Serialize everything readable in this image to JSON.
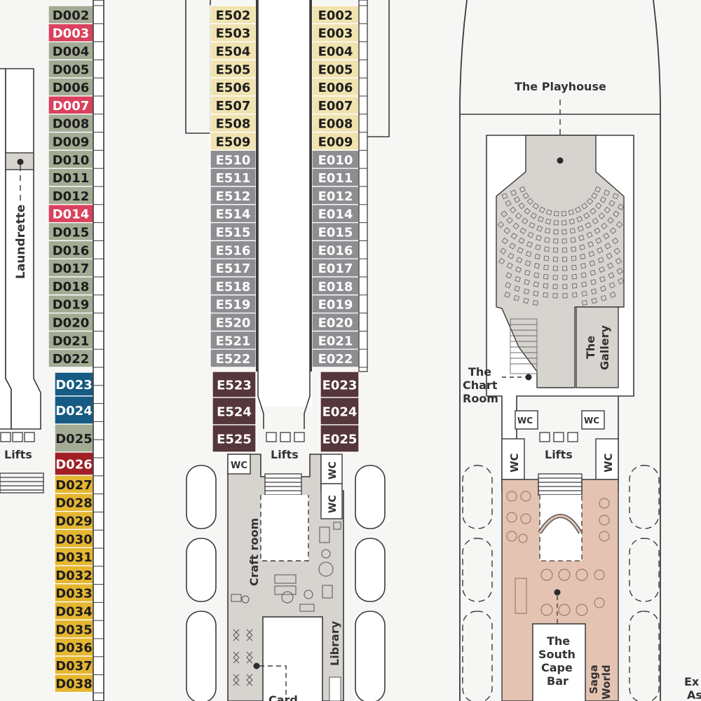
{
  "colors": {
    "background": "#f6f6f4",
    "outline": "#3a3a3a",
    "green_cabin": "#a3ab94",
    "red_cabin": "#d9415d",
    "blue_cabin": "#165b84",
    "dark_red_cabin": "#a02026",
    "yellow_cabin": "#e5b630",
    "cream_cabin": "#f0e3b0",
    "grey_cabin": "#8e8d91",
    "maroon_cabin": "#55363a",
    "public_area": "#d7d3ce",
    "bar_area": "#e4c3b2"
  },
  "cabins": {
    "d_column": [
      {
        "id": "D002",
        "color": "green"
      },
      {
        "id": "D003",
        "color": "red"
      },
      {
        "id": "D004",
        "color": "green"
      },
      {
        "id": "D005",
        "color": "green"
      },
      {
        "id": "D006",
        "color": "green"
      },
      {
        "id": "D007",
        "color": "red"
      },
      {
        "id": "D008",
        "color": "green"
      },
      {
        "id": "D009",
        "color": "green"
      },
      {
        "id": "D010",
        "color": "green"
      },
      {
        "id": "D011",
        "color": "green"
      },
      {
        "id": "D012",
        "color": "green"
      },
      {
        "id": "D014",
        "color": "red"
      },
      {
        "id": "D015",
        "color": "green"
      },
      {
        "id": "D016",
        "color": "green"
      },
      {
        "id": "D017",
        "color": "green"
      },
      {
        "id": "D018",
        "color": "green"
      },
      {
        "id": "D019",
        "color": "green"
      },
      {
        "id": "D020",
        "color": "green"
      },
      {
        "id": "D021",
        "color": "green"
      },
      {
        "id": "D022",
        "color": "green"
      },
      {
        "id": "D023",
        "color": "blue"
      },
      {
        "id": "D024",
        "color": "blue"
      },
      {
        "id": "D025",
        "color": "green"
      },
      {
        "id": "D026",
        "color": "darkred"
      },
      {
        "id": "D027",
        "color": "yellow"
      },
      {
        "id": "D028",
        "color": "yellow"
      },
      {
        "id": "D029",
        "color": "yellow"
      },
      {
        "id": "D030",
        "color": "yellow"
      },
      {
        "id": "D031",
        "color": "yellow"
      },
      {
        "id": "D032",
        "color": "yellow"
      },
      {
        "id": "D033",
        "color": "yellow"
      },
      {
        "id": "D034",
        "color": "yellow"
      },
      {
        "id": "D035",
        "color": "yellow"
      },
      {
        "id": "D036",
        "color": "yellow"
      },
      {
        "id": "D037",
        "color": "yellow"
      },
      {
        "id": "D038",
        "color": "yellow"
      }
    ],
    "e5_column": [
      {
        "id": "E502",
        "color": "cream"
      },
      {
        "id": "E503",
        "color": "cream"
      },
      {
        "id": "E504",
        "color": "cream"
      },
      {
        "id": "E505",
        "color": "cream"
      },
      {
        "id": "E506",
        "color": "cream"
      },
      {
        "id": "E507",
        "color": "cream"
      },
      {
        "id": "E508",
        "color": "cream"
      },
      {
        "id": "E509",
        "color": "cream"
      },
      {
        "id": "E510",
        "color": "grey"
      },
      {
        "id": "E511",
        "color": "grey"
      },
      {
        "id": "E512",
        "color": "grey"
      },
      {
        "id": "E514",
        "color": "grey"
      },
      {
        "id": "E515",
        "color": "grey"
      },
      {
        "id": "E516",
        "color": "grey"
      },
      {
        "id": "E517",
        "color": "grey"
      },
      {
        "id": "E518",
        "color": "grey"
      },
      {
        "id": "E519",
        "color": "grey"
      },
      {
        "id": "E520",
        "color": "grey"
      },
      {
        "id": "E521",
        "color": "grey"
      },
      {
        "id": "E522",
        "color": "grey"
      },
      {
        "id": "E523",
        "color": "maroon"
      },
      {
        "id": "E524",
        "color": "maroon"
      },
      {
        "id": "E525",
        "color": "maroon"
      }
    ],
    "e0_column": [
      {
        "id": "E002",
        "color": "cream"
      },
      {
        "id": "E003",
        "color": "cream"
      },
      {
        "id": "E004",
        "color": "cream"
      },
      {
        "id": "E005",
        "color": "cream"
      },
      {
        "id": "E006",
        "color": "cream"
      },
      {
        "id": "E007",
        "color": "cream"
      },
      {
        "id": "E008",
        "color": "cream"
      },
      {
        "id": "E009",
        "color": "cream"
      },
      {
        "id": "E010",
        "color": "grey"
      },
      {
        "id": "E011",
        "color": "grey"
      },
      {
        "id": "E012",
        "color": "grey"
      },
      {
        "id": "E014",
        "color": "grey"
      },
      {
        "id": "E015",
        "color": "grey"
      },
      {
        "id": "E016",
        "color": "grey"
      },
      {
        "id": "E017",
        "color": "grey"
      },
      {
        "id": "E018",
        "color": "grey"
      },
      {
        "id": "E019",
        "color": "grey"
      },
      {
        "id": "E020",
        "color": "grey"
      },
      {
        "id": "E021",
        "color": "grey"
      },
      {
        "id": "E022",
        "color": "grey"
      },
      {
        "id": "E023",
        "color": "maroon"
      },
      {
        "id": "E024",
        "color": "maroon"
      },
      {
        "id": "E025",
        "color": "maroon"
      }
    ]
  },
  "labels": {
    "laundrette": "Laundrette",
    "lifts_left": "Lifts",
    "lifts_middle": "Lifts",
    "lifts_right": "Lifts",
    "wc": "WC",
    "craft_room": "Craft room",
    "library": "Library",
    "card_room": "Card",
    "playhouse": "The Playhouse",
    "gallery_1": "The",
    "gallery_2": "Gallery",
    "chart_room_1": "The",
    "chart_room_2": "Chart",
    "chart_room_3": "Room",
    "south_cape_1": "The",
    "south_cape_2": "South",
    "south_cape_3": "Cape",
    "south_cape_4": "Bar",
    "saga_1": "Saga",
    "saga_2": "World",
    "edge_1": "Ex",
    "edge_2": "As"
  }
}
